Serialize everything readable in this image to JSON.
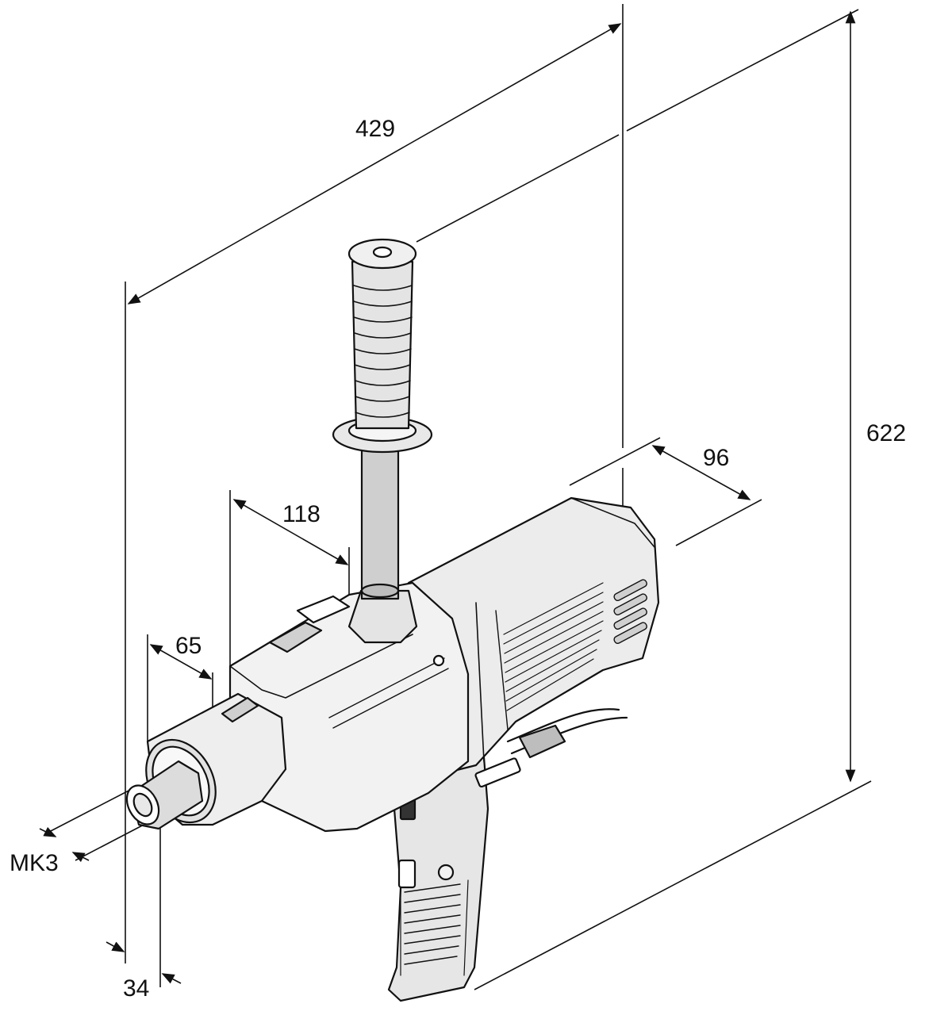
{
  "figure": {
    "subject": "drill-dimension-drawing",
    "labels": {
      "length_total": "429",
      "height_total": "622",
      "width_motor": "96",
      "handle_offset": "118",
      "collar_length": "65",
      "taper": "MK3",
      "spindle_diameter": "34"
    },
    "colors": {
      "line": "#111111",
      "body_fill": "#f2f2f2",
      "body_shade": "#d9d9d9",
      "grip_fill": "#e6e6e6",
      "background": "#ffffff"
    }
  }
}
